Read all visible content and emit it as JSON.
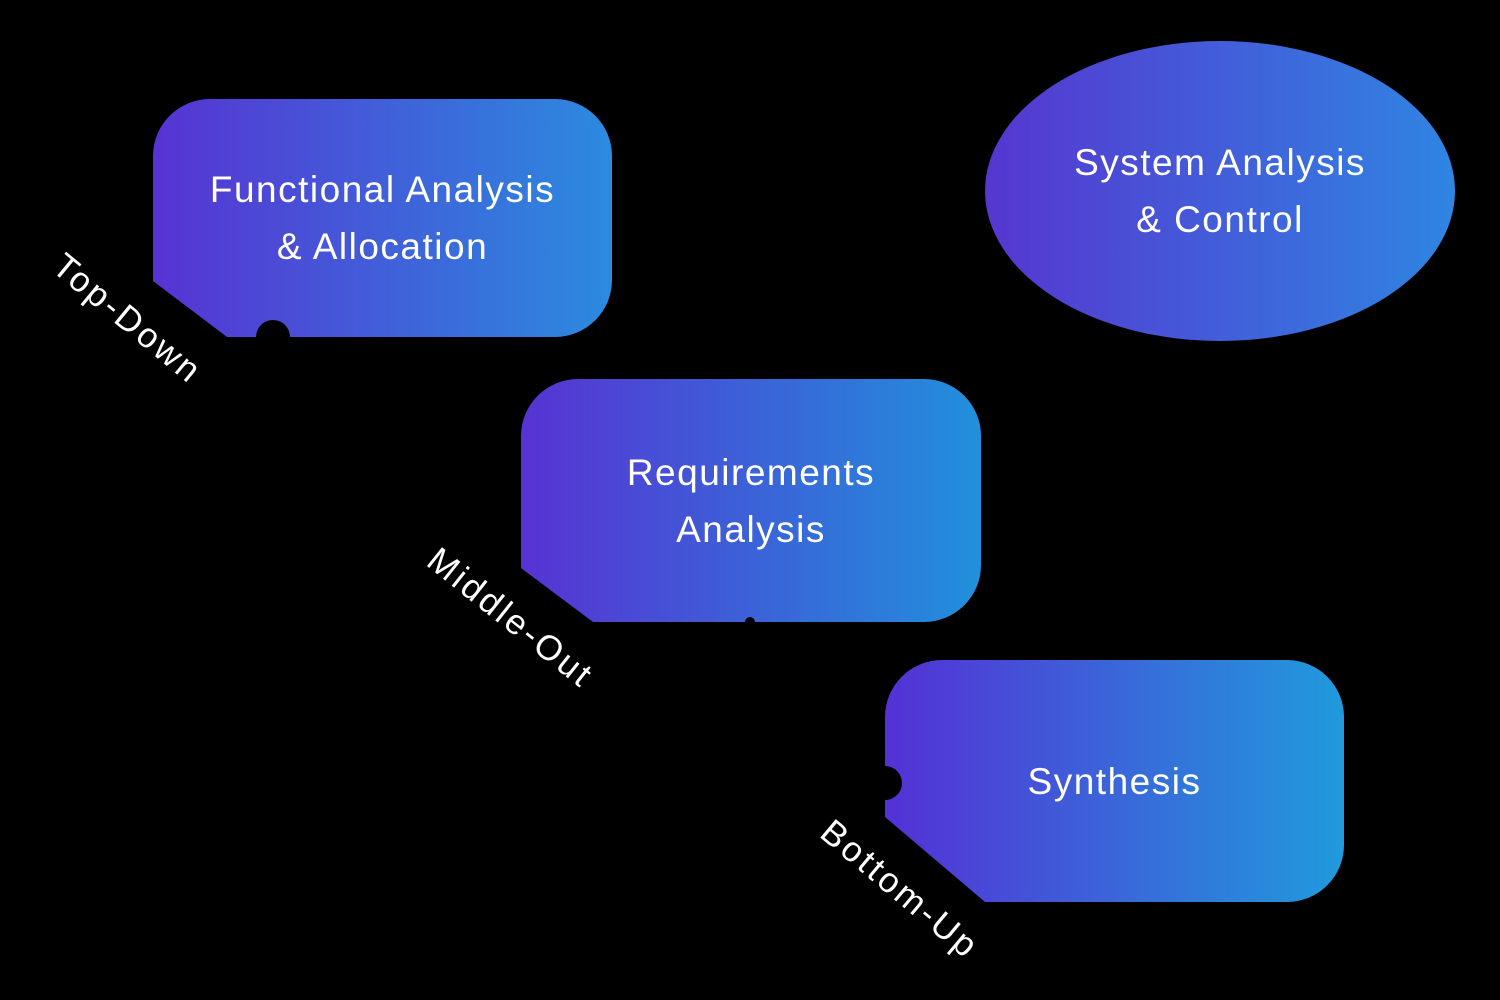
{
  "background_color": "#000000",
  "text_color": "#ffffff",
  "shapes": {
    "functional": {
      "label": "Functional Analysis\n& Allocation",
      "gradient_from": "#5733d3",
      "gradient_to": "#2b8bdf"
    },
    "system": {
      "label": "System Analysis\n& Control",
      "gradient_from": "#5636d0",
      "gradient_to": "#2f85e2"
    },
    "requirements": {
      "label": "Requirements\nAnalysis",
      "gradient_from": "#5733d3",
      "gradient_to": "#2190dc"
    },
    "synthesis": {
      "label": "Synthesis",
      "gradient_from": "#5431d6",
      "gradient_to": "#209bdc"
    }
  },
  "annotations": {
    "top_down": "Top-Down",
    "middle_out": "Middle-Out",
    "bottom_up": "Bottom-Up"
  }
}
